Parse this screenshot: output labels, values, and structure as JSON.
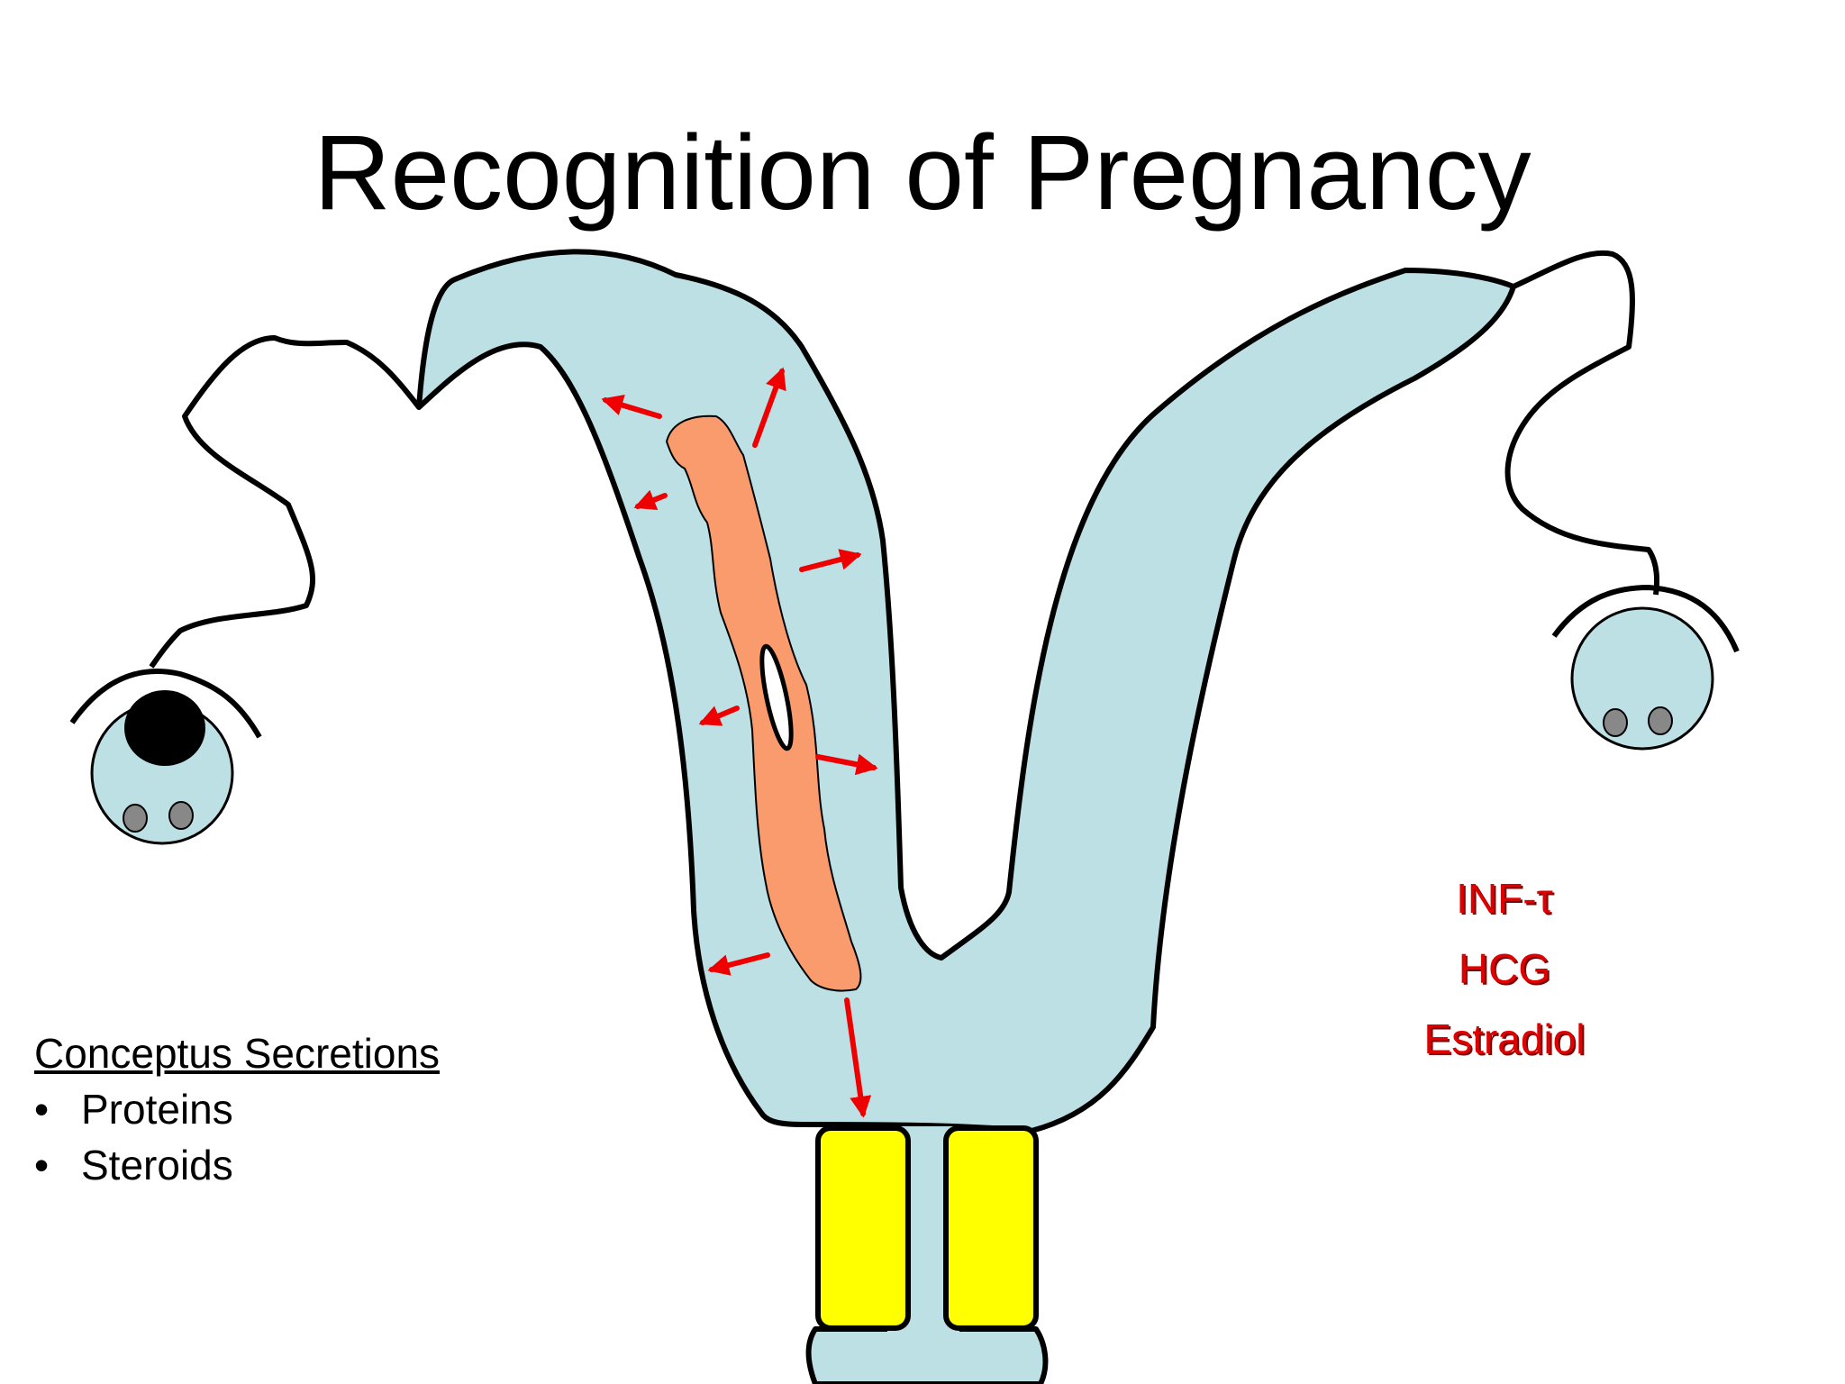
{
  "slide": {
    "title": "Recognition of Pregnancy"
  },
  "secretions": {
    "heading": "Conceptus Secretions",
    "items": [
      "Proteins",
      "Steroids"
    ]
  },
  "signals": {
    "items": [
      "INF-τ",
      "HCG",
      "Estradiol"
    ]
  },
  "colors": {
    "uterus_fill": "#bce0e4",
    "conceptus_fill": "#f99b6c",
    "cervix_fill": "#ffff00",
    "arrow": "#ee0000",
    "signal_text": "#e00000",
    "follicle_dark": "#000000",
    "follicle_small": "#888888"
  }
}
